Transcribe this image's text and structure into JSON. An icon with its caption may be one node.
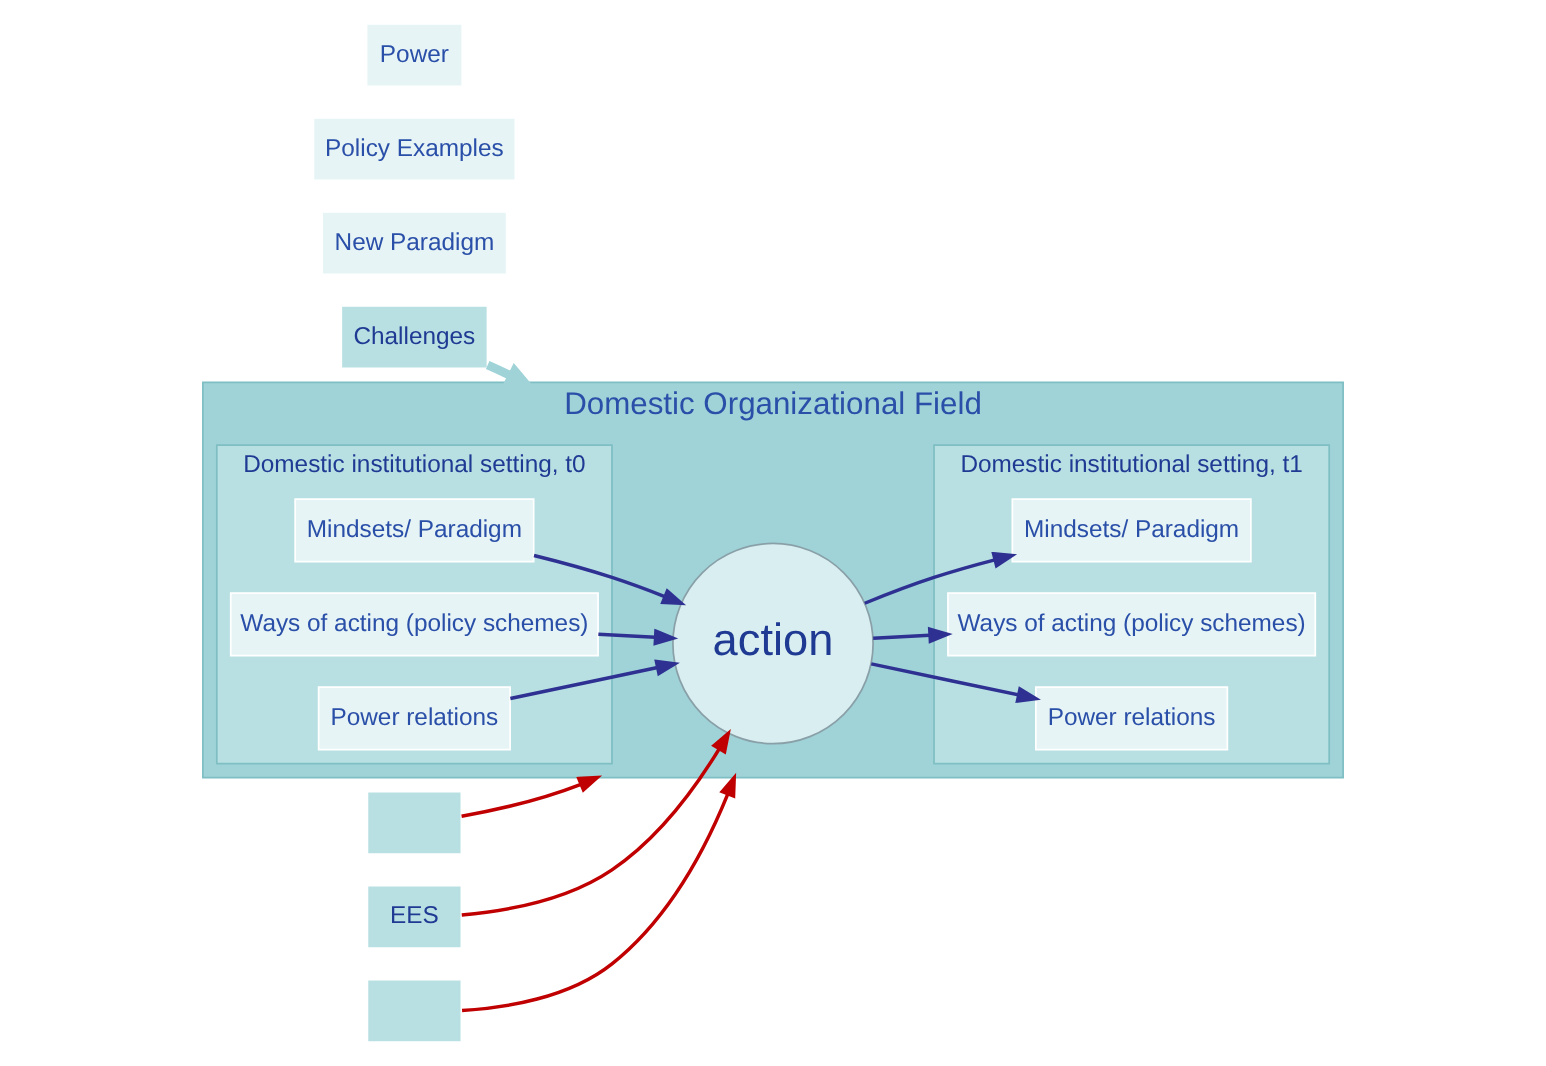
{
  "diagram": {
    "nodes": [
      {
        "text": [
          "Challenges"
        ]
      },
      {
        "text": [
          "Domestic Organizational Field"
        ]
      },
      {
        "text": [
          "Domestic institutional setting, t0"
        ],
        "in": 1
      },
      {
        "text": [
          "Mindsets/ Paradigm"
        ],
        "in": 2
      },
      {
        "text": [
          "Ways of acting (policy schemes)"
        ],
        "in": 2
      },
      {
        "text": [
          "Power relations"
        ],
        "in": 2
      },
      {
        "text": [
          "action"
        ],
        "in": 1
      },
      {
        "text": [
          "Domestic institutional setting, t1"
        ],
        "in": 1
      },
      {
        "text": [
          "Mindsets/ Paradigm"
        ],
        "in": 7
      },
      {
        "text": [
          "Ways of acting (policy schemes)"
        ],
        "in": 7
      },
      {
        "text": [
          "Power relations"
        ],
        "in": 7
      },
      {
        "text": [],
        "shape": "box"
      },
      {
        "text": [
          "EES"
        ]
      },
      {
        "text": [],
        "shape": "box"
      },
      {
        "text": [
          "New Paradigm"
        ]
      },
      {
        "text": [
          "Policy Examples"
        ]
      },
      {
        "text": [
          "Power"
        ]
      }
    ],
    "edges": [
      {
        "from": 0,
        "to": 1,
        "arrow": "to",
        "style": "thick",
        "color": "#9fd3d8"
      },
      {
        "from": 3,
        "to": 6,
        "arrow": "to"
      },
      {
        "from": 4,
        "to": 6,
        "arrow": "to"
      },
      {
        "from": 5,
        "to": 6,
        "arrow": "to"
      },
      {
        "from": 6,
        "to": 8,
        "arrow": "to"
      },
      {
        "from": 6,
        "to": 9,
        "arrow": "to"
      },
      {
        "from": 6,
        "to": 10,
        "arrow": "to"
      },
      {
        "from": 11,
        "to": 1,
        "arrow": "to",
        "color": "#c00000"
      },
      {
        "from": 12,
        "to": 6,
        "arrow": "to",
        "color": "#c00000"
      },
      {
        "from": 13,
        "to": 1,
        "arrow": "to",
        "color": "#c00000"
      }
    ]
  }
}
